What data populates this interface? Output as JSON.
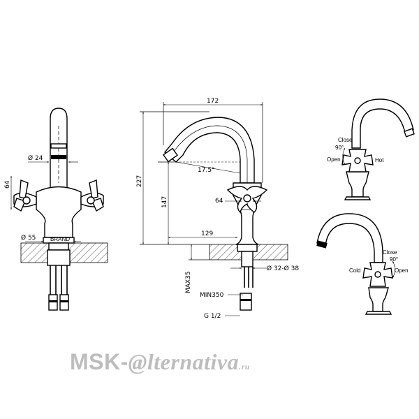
{
  "front_view": {
    "dia_top": "Ø 24",
    "dia_base": "Ø 55",
    "handle_height": "64"
  },
  "side_view": {
    "width_total": "172",
    "height_total": "227",
    "spout_height": "147",
    "spout_reach": "129",
    "angle": "17.5°",
    "handle_height": "64",
    "counter_max": "MAX35",
    "hole_dia": "Ø 32-Ø 38",
    "hose_min": "MIN350",
    "thread": "G 1/2"
  },
  "hot_view": {
    "close": "Close",
    "angle": "90°",
    "open": "Open",
    "side": "Hot"
  },
  "cold_view": {
    "close": "Close",
    "angle": "90°",
    "open": "Open",
    "side": "Cold"
  },
  "watermark": {
    "prefix": "MSK-",
    "mark": "@",
    "suffix": "lternativa",
    "tld": ".ru"
  }
}
